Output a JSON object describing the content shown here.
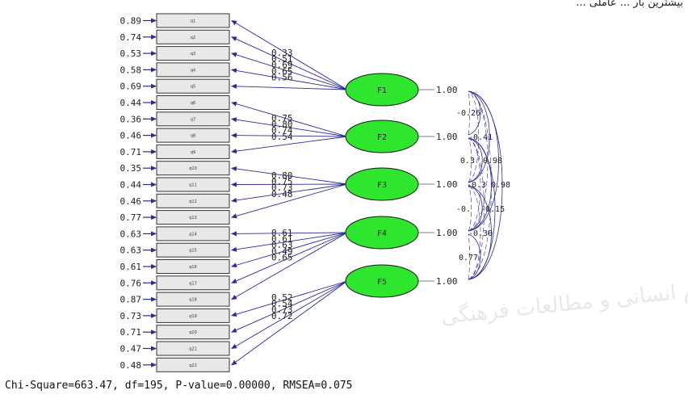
{
  "header_caption": "بیشترین بار ... عاملی ... ",
  "watermark_text": "پژوهشگاه علوم انسانی و مطالعات فرهنگی",
  "colors": {
    "factor_fill": "#2ee62e",
    "path_color": "#2b2b9a",
    "box_fill": "#e8e8e8",
    "text": "#222222"
  },
  "items": [
    {
      "label": "q1",
      "error": "0.89"
    },
    {
      "label": "q2",
      "error": "0.74"
    },
    {
      "label": "q3",
      "error": "0.53"
    },
    {
      "label": "q4",
      "error": "0.58"
    },
    {
      "label": "q5",
      "error": "0.69"
    },
    {
      "label": "q6",
      "error": "0.44"
    },
    {
      "label": "q7",
      "error": "0.36"
    },
    {
      "label": "q8",
      "error": "0.46"
    },
    {
      "label": "q9",
      "error": "0.71"
    },
    {
      "label": "q10",
      "error": "0.35"
    },
    {
      "label": "q11",
      "error": "0.44"
    },
    {
      "label": "q12",
      "error": "0.46"
    },
    {
      "label": "q13",
      "error": "0.77"
    },
    {
      "label": "q14",
      "error": "0.63"
    },
    {
      "label": "q15",
      "error": "0.63"
    },
    {
      "label": "q16",
      "error": "0.61"
    },
    {
      "label": "q17",
      "error": "0.76"
    },
    {
      "label": "q18",
      "error": "0.87"
    },
    {
      "label": "q19",
      "error": "0.73"
    },
    {
      "label": "q20",
      "error": "0.71"
    },
    {
      "label": "q21",
      "error": "0.47"
    },
    {
      "label": "q22",
      "error": "0.48"
    }
  ],
  "factors": [
    {
      "label": "F1",
      "variance": "1.00",
      "items": [
        0,
        1,
        2,
        3,
        4
      ],
      "loadings": [
        "0.33",
        "0.51",
        "0.69",
        "0.65",
        "0.56"
      ]
    },
    {
      "label": "F2",
      "variance": "1.00",
      "items": [
        5,
        6,
        7,
        8
      ],
      "loadings": [
        "0.75",
        "0.80",
        "0.74",
        "0.54"
      ]
    },
    {
      "label": "F3",
      "variance": "1.00",
      "items": [
        9,
        10,
        11,
        12
      ],
      "loadings": [
        "0.80",
        "0.75",
        "0.73",
        "0.48"
      ]
    },
    {
      "label": "F4",
      "variance": "1.00",
      "items": [
        13,
        14,
        15,
        16,
        17
      ],
      "loadings": [
        "0.61",
        "0.61",
        "0.63",
        "0.49",
        "0.65"
      ]
    },
    {
      "label": "F5",
      "variance": "1.00",
      "items": [
        18,
        19,
        20,
        21
      ],
      "loadings": [
        "0.52",
        "0.54",
        "0.73",
        "0.72"
      ]
    }
  ],
  "correlation_labels": [
    "-0.26",
    "-0.41",
    "0.3",
    "0.98",
    "-0.3",
    "0.98",
    "-0.",
    "-0.15",
    "-0.30",
    "0.77"
  ],
  "fit_statistics": "Chi-Square=663.47, df=195, P-value=0.00000, RMSEA=0.075"
}
